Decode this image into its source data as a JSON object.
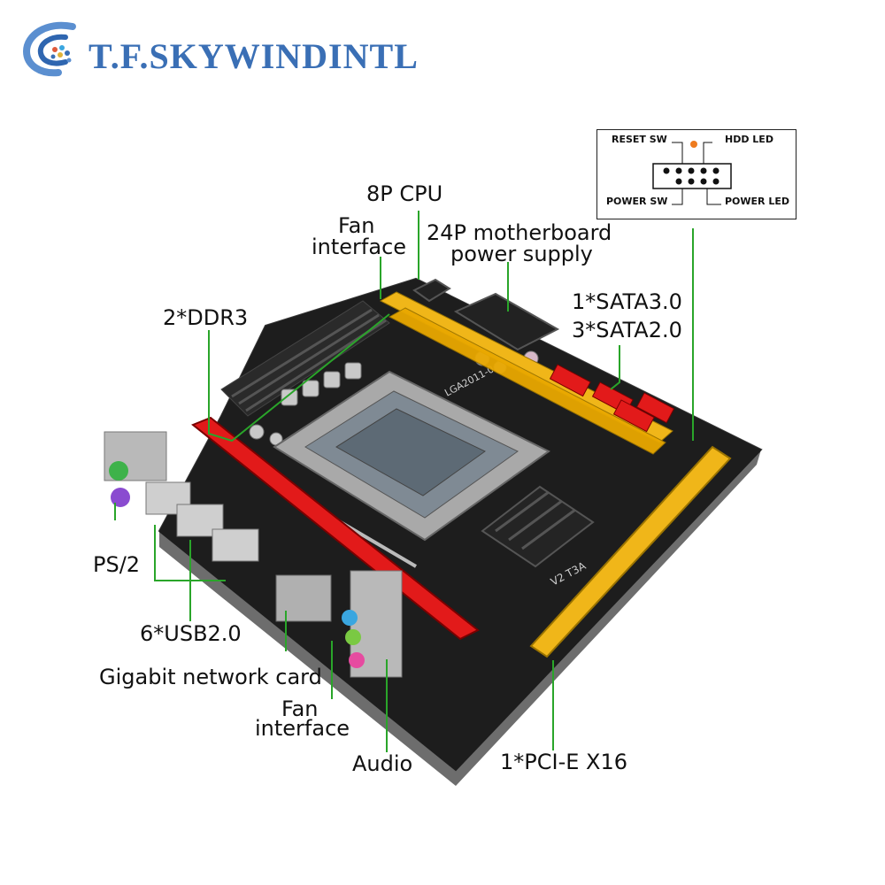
{
  "brand": {
    "name": "T.F.SKYWINDINTL",
    "color": "#3a6fb5"
  },
  "callout_color": "#2aa52a",
  "labels": {
    "cpu_8p": "8P CPU",
    "fan_top_1": "Fan",
    "fan_top_2": "interface",
    "power_1": "24P motherboard",
    "power_2": "power supply",
    "sata_1": "1*SATA3.0",
    "sata_2": "3*SATA2.0",
    "ddr3": "2*DDR3",
    "ps2": "PS/2",
    "usb": "6*USB2.0",
    "lan": "Gigabit network card",
    "fan_bottom_1": "Fan",
    "fan_bottom_2": "interface",
    "audio": "Audio",
    "pcie": "1*PCI-E X16"
  },
  "pin_header": {
    "reset": "RESET SW",
    "hdd": "HDD LED",
    "power_sw": "POWER SW",
    "power_led": "POWER LED"
  },
  "board_text": {
    "socket": "LGA2011-0",
    "model": "V2 T3A"
  }
}
